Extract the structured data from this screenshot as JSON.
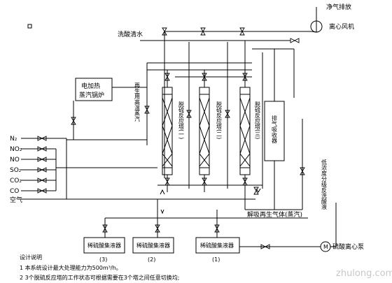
{
  "labels": {
    "clean_air_discharge": "净气排放",
    "centrifugal_fan": "离心风机",
    "washing_water": "洗酸清水",
    "electric_boiler": "电加热",
    "electric_boiler_2": "蒸汽锅炉",
    "regen_steam": "再生用高温蒸汽",
    "tower_1": "脱硫反应塔(一)",
    "tower_2": "脱硫反应塔(二)",
    "tower_3": "脱硫反应塔(三)",
    "exhaust_absorber": "排气吸收器",
    "low_conc_acid": "低浓度分级反洗酸液",
    "desorb_gas": "解吸再生气体(蒸汽)",
    "acid_tank_3": "稀硫酸集液器",
    "acid_tank_3_num": "(3)",
    "acid_tank_2": "稀硫酸集液器",
    "acid_tank_2_num": "(2)",
    "acid_tank_1": "稀硫酸集液器",
    "acid_tank_1_num": "(1)",
    "acid_pump": "硫酸离心泵",
    "pump_m": "M",
    "air": "空气"
  },
  "gas_inputs": [
    "N₂",
    "NO₂",
    "NO",
    "SO₂",
    "CO₂",
    "CO"
  ],
  "notes": {
    "title": "设计说明",
    "line1": "1  本系统设计最大处理能力为500m³/h。",
    "line2": "2  3个脱硫反应塔的工作状态可根据需要在3个塔之间任意切换均;"
  },
  "watermark": "zhulong.com"
}
